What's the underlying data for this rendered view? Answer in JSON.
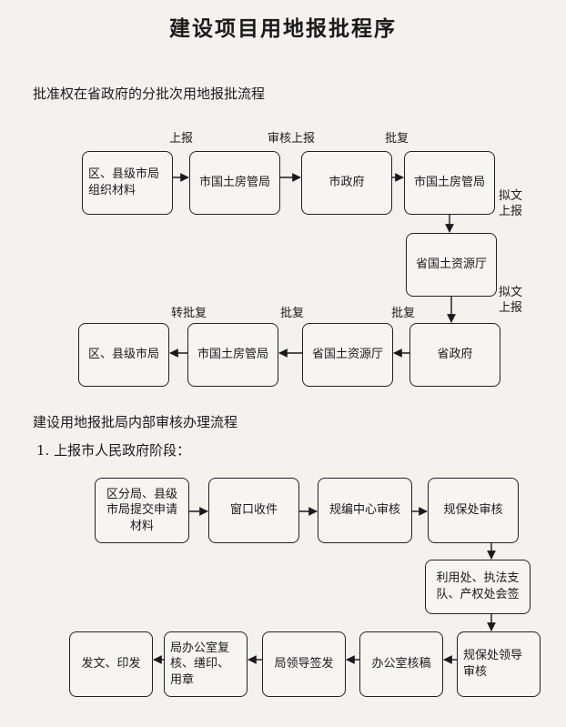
{
  "title": "建设项目用地报批程序",
  "section1": {
    "heading": "批准权在省政府的分批次用地报批流程",
    "labels": {
      "shangbao": "上报",
      "shenhe_shangbao": "审核上报",
      "pifu_top": "批复",
      "niwen_1": "拟文\n上报",
      "niwen_2": "拟文\n上报",
      "zhuan_pifu": "转批复",
      "pifu_mid": "批复",
      "pifu_right": "批复"
    },
    "boxes": {
      "a": "区、县级市局\n组织材料",
      "b": "市国土房管局",
      "c": "市政府",
      "d": "市国土房管局",
      "e": "省国土资源厅",
      "f": "省政府",
      "g": "省国土资源厅",
      "h": "市国土房管局",
      "i": "区、县级市局"
    }
  },
  "section2": {
    "heading": "建设用地报批局内部审核办理流程",
    "subheading": "1. 上报市人民政府阶段：",
    "boxes": {
      "a": "区分局、县级\n市局提交申请\n材料",
      "b": "窗口收件",
      "c": "规编中心审核",
      "d": "规保处审核",
      "e": "利用处、执法支\n队、产权处会签",
      "f": "规保处领导\n审核",
      "g": "办公室核稿",
      "h": "局领导签发",
      "i": "局办公室复\n核、缮印、\n用章",
      "j": "发文、印发"
    }
  }
}
